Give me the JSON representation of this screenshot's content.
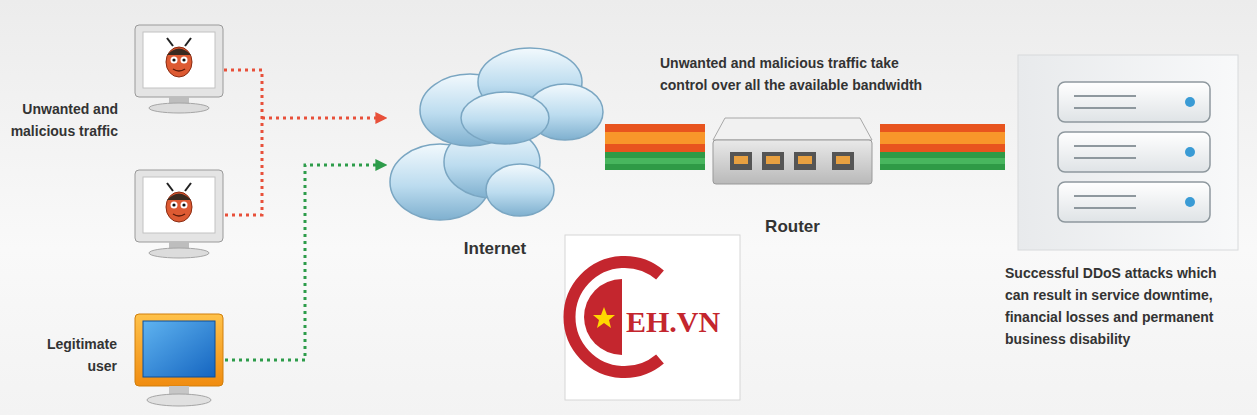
{
  "diagram": {
    "nodes": [
      {
        "text": [
          "Unwanted and malicious traffic"
        ]
      },
      {
        "text": [
          "Legitimate user"
        ]
      },
      {
        "text": [
          "Internet"
        ]
      },
      {
        "text": [
          "Router"
        ]
      },
      {
        "text": [
          "Successful DDoS attacks which can result in service downtime, financial losses and permanent business disability"
        ]
      }
    ],
    "edges": [
      {
        "from": 0,
        "to": 2,
        "arrow": "to"
      },
      {
        "from": 1,
        "to": 2,
        "arrow": "to"
      },
      {
        "from": 2,
        "to": 3,
        "arrow": "none"
      },
      {
        "from": 3,
        "to": 4,
        "arrow": "none"
      }
    ],
    "labels": [
      "Unwanted and malicious traffic take control over all the available bandwidth",
      "EH.VN"
    ]
  }
}
